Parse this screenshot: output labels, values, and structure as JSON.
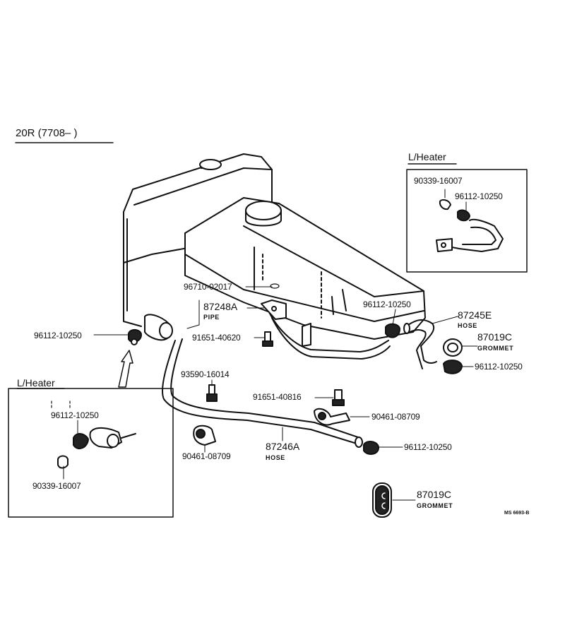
{
  "title": "20R (7708–        )",
  "insets": {
    "top_right": {
      "title": "L/Heater",
      "labels": [
        "90339-16007",
        "96112-10250"
      ]
    },
    "bottom_left": {
      "title": "L/Heater",
      "labels": [
        "96112-10250",
        "90339-16007"
      ]
    }
  },
  "parts": {
    "p1": {
      "number": "96710-02017"
    },
    "p2": {
      "number": "87248A",
      "name": "PIPE"
    },
    "p3": {
      "number": "96112-10250"
    },
    "p4": {
      "number": "87245E",
      "name": "HOSE"
    },
    "p5": {
      "number": "96112-10250"
    },
    "p6": {
      "number": "91651-40620"
    },
    "p7": {
      "number": "87019C",
      "name": "GROMMET"
    },
    "p8": {
      "number": "96112-10250"
    },
    "p9": {
      "number": "93590-16014"
    },
    "p10": {
      "number": "91651-40816"
    },
    "p11": {
      "number": "90461-08709"
    },
    "p12": {
      "number": "90461-08709"
    },
    "p13": {
      "number": "87246A",
      "name": "HOSE"
    },
    "p14": {
      "number": "96112-10250"
    },
    "p15": {
      "number": "87019C",
      "name": "GROMMET"
    }
  },
  "figure_code": "MS 6693-B"
}
